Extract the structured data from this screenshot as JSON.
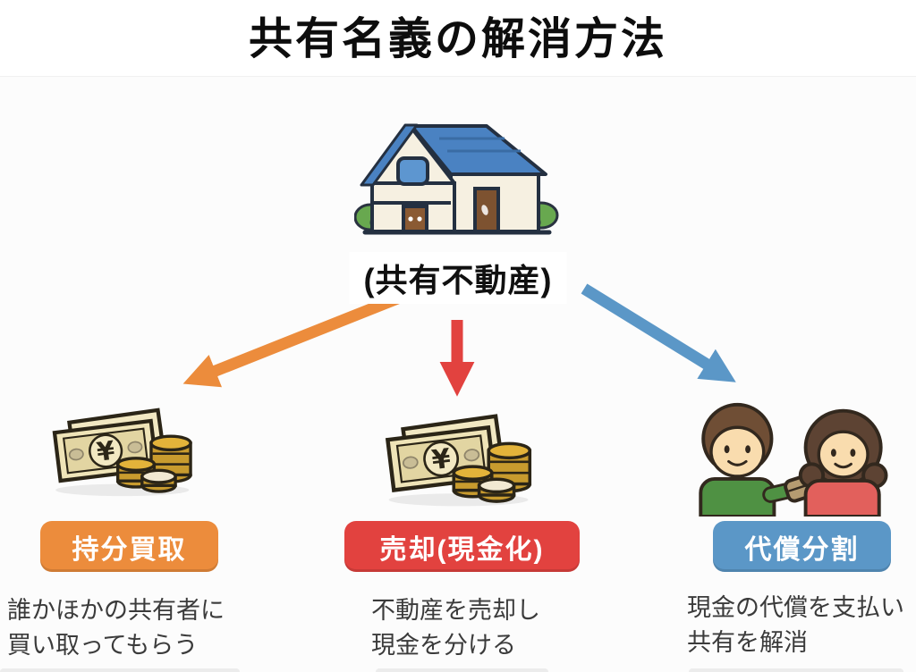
{
  "title": "共有名義の解消方法",
  "center": {
    "label": "(共有不動産)",
    "icon": "house-icon"
  },
  "branches": [
    {
      "button_label": "持分買取",
      "desc_line1": "誰かほかの共有者に",
      "desc_line2": "買い取ってもらう",
      "color": "#ec8c3c",
      "arrow_color": "#ec8c3c",
      "icon": "yen-bills-coins-icon"
    },
    {
      "button_label": "売却(現金化)",
      "desc_line1": "不動産を売却し",
      "desc_line2": "現金を分ける",
      "color": "#e2423f",
      "arrow_color": "#e2423f",
      "icon": "yen-bills-coins-icon"
    },
    {
      "button_label": "代償分割",
      "desc_line1": "現金の代償を支払い",
      "desc_line2": "共有を解消",
      "color": "#5b97c7",
      "arrow_color": "#5b97c7",
      "icon": "two-people-icon"
    }
  ],
  "palette": {
    "background": "#fcfcfc",
    "title_color": "#0d0d0d",
    "desc_color": "#3b3b3b",
    "house_roof": "#4a82c2",
    "house_wall": "#f6f0e1",
    "bill_fill": "#efe4b8",
    "coin_gold": "#e3b33a"
  }
}
